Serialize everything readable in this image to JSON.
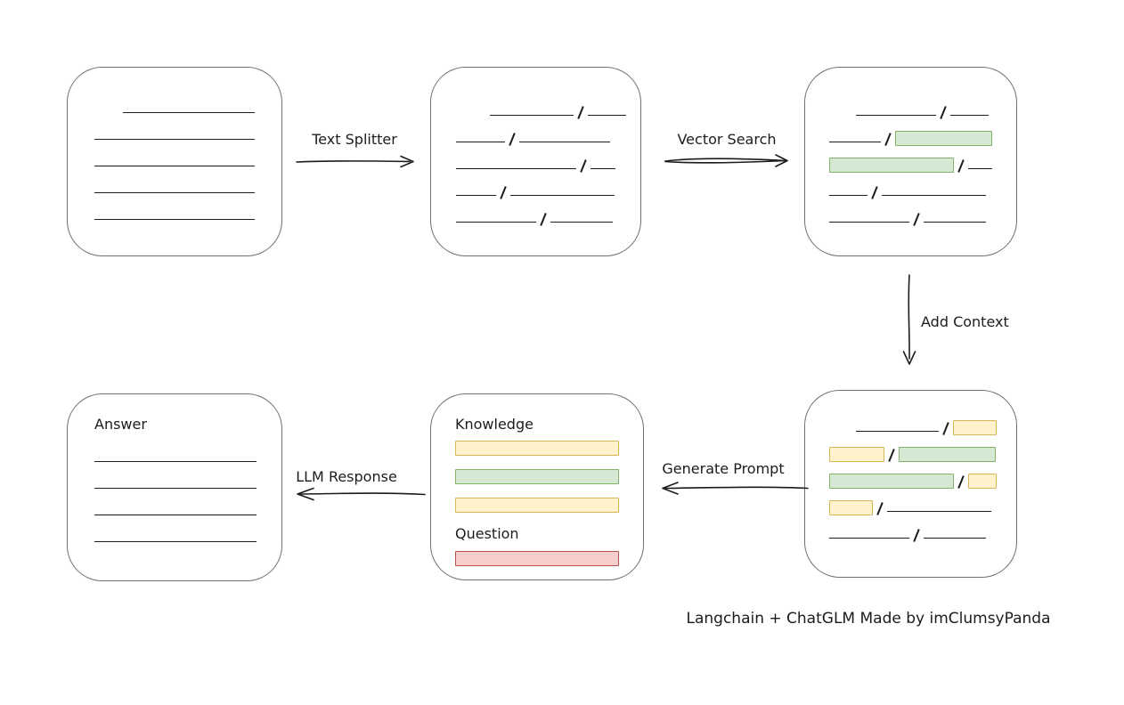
{
  "caption": "Langchain + ChatGLM Made by imClumsyPanda",
  "colors": {
    "line": "#1c1c1c",
    "box_border": "#707070",
    "green_fill": "#d5e8d4",
    "green_border": "#82b366",
    "yellow_fill": "#fff2cc",
    "yellow_border": "#d6b656",
    "red_fill": "#f8cecc",
    "red_border": "#b85450"
  },
  "nodes": {
    "document": {
      "rows": [
        {
          "indent": 32,
          "segs": [
            {
              "t": "line",
              "w": 148
            }
          ]
        },
        {
          "segs": [
            {
              "t": "line",
              "w": 180
            }
          ]
        },
        {
          "segs": [
            {
              "t": "line",
              "w": 180
            }
          ]
        },
        {
          "segs": [
            {
              "t": "line",
              "w": 180
            }
          ]
        },
        {
          "segs": [
            {
              "t": "line",
              "w": 180
            }
          ]
        }
      ]
    },
    "chunks": {
      "rows": [
        {
          "indent": 38,
          "segs": [
            {
              "t": "line",
              "w": 94
            },
            {
              "t": "slash"
            },
            {
              "t": "line",
              "w": 43
            }
          ]
        },
        {
          "segs": [
            {
              "t": "line",
              "w": 55
            },
            {
              "t": "slash"
            },
            {
              "t": "line",
              "w": 102
            }
          ]
        },
        {
          "segs": [
            {
              "t": "line",
              "w": 135
            },
            {
              "t": "slash"
            },
            {
              "t": "line",
              "w": 28
            }
          ]
        },
        {
          "segs": [
            {
              "t": "line",
              "w": 45
            },
            {
              "t": "slash"
            },
            {
              "t": "line",
              "w": 117
            }
          ]
        },
        {
          "segs": [
            {
              "t": "line",
              "w": 90
            },
            {
              "t": "slash"
            },
            {
              "t": "line",
              "w": 70
            }
          ]
        }
      ]
    },
    "search_results": {
      "rows": [
        {
          "indent": 30,
          "segs": [
            {
              "t": "line",
              "w": 90
            },
            {
              "t": "slash"
            },
            {
              "t": "line",
              "w": 43
            }
          ]
        },
        {
          "segs": [
            {
              "t": "line",
              "w": 58
            },
            {
              "t": "slash"
            },
            {
              "t": "green",
              "w": 107
            }
          ]
        },
        {
          "segs": [
            {
              "t": "green",
              "w": 138
            },
            {
              "t": "slash"
            },
            {
              "t": "line",
              "w": 27
            }
          ]
        },
        {
          "segs": [
            {
              "t": "line",
              "w": 43
            },
            {
              "t": "slash"
            },
            {
              "t": "line",
              "w": 117
            }
          ]
        },
        {
          "segs": [
            {
              "t": "line",
              "w": 90
            },
            {
              "t": "slash"
            },
            {
              "t": "line",
              "w": 70
            }
          ]
        }
      ]
    },
    "context": {
      "rows": [
        {
          "indent": 30,
          "segs": [
            {
              "t": "line",
              "w": 93
            },
            {
              "t": "slash"
            },
            {
              "t": "yellow",
              "w": 47
            }
          ]
        },
        {
          "segs": [
            {
              "t": "yellow",
              "w": 60
            },
            {
              "t": "slash"
            },
            {
              "t": "green",
              "w": 107
            }
          ]
        },
        {
          "segs": [
            {
              "t": "green",
              "w": 138
            },
            {
              "t": "slash"
            },
            {
              "t": "yellow",
              "w": 30
            }
          ]
        },
        {
          "segs": [
            {
              "t": "yellow",
              "w": 47
            },
            {
              "t": "slash"
            },
            {
              "t": "line",
              "w": 117
            }
          ]
        },
        {
          "segs": [
            {
              "t": "line",
              "w": 90
            },
            {
              "t": "slash"
            },
            {
              "t": "line",
              "w": 70
            }
          ]
        }
      ]
    },
    "prompt": {
      "knowledge_label": "Knowledge",
      "question_label": "Question",
      "knowledge_bars": [
        "yellow",
        "green",
        "yellow"
      ],
      "question_bars": [
        "red"
      ]
    },
    "answer": {
      "title": "Answer",
      "rows": [
        {
          "segs": [
            {
              "t": "line",
              "w": 182
            }
          ]
        },
        {
          "segs": [
            {
              "t": "line",
              "w": 182
            }
          ]
        },
        {
          "segs": [
            {
              "t": "line",
              "w": 182
            }
          ]
        },
        {
          "segs": [
            {
              "t": "line",
              "w": 182
            }
          ]
        }
      ]
    }
  },
  "edges": {
    "text_splitter": {
      "label": "Text Splitter"
    },
    "vector_search": {
      "label": "Vector Search"
    },
    "add_context": {
      "label": "Add Context"
    },
    "generate_prompt": {
      "label": "Generate Prompt"
    },
    "llm_response": {
      "label": "LLM Response"
    }
  }
}
